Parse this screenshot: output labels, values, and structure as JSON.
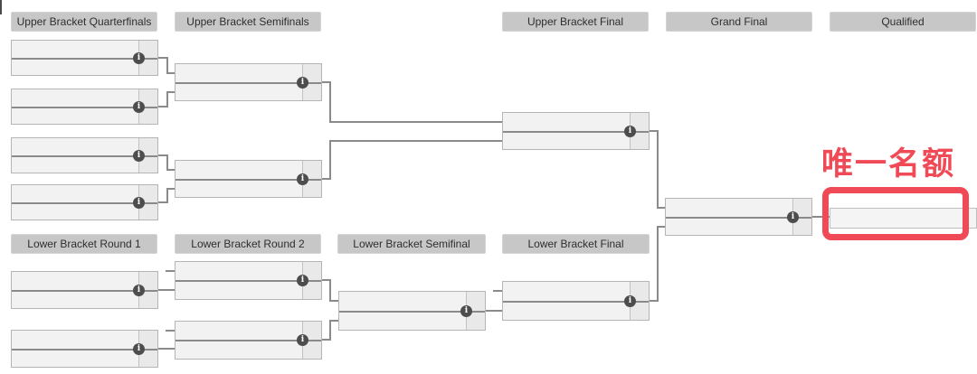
{
  "page": {
    "title": "Tournament Bracket",
    "background": "#ffffff"
  },
  "colors": {
    "header_bg": "#c7c7c7",
    "box_bg": "#f2f2f2",
    "score_col_bg": "#e9e9e9",
    "box_border": "#b5b5b5",
    "connector": "#8a8a8a",
    "info_icon_bg": "#4d4d4d",
    "annotation_red": "#ef4a56"
  },
  "icons": {
    "info": "i"
  },
  "headers": {
    "upper": [
      {
        "id": "ub-quarterfinals",
        "label": "Upper Bracket Quarterfinals"
      },
      {
        "id": "ub-semifinals",
        "label": "Upper Bracket Semifinals"
      },
      {
        "id": "ub-final",
        "label": "Upper Bracket Final"
      },
      {
        "id": "grand-final",
        "label": "Grand Final"
      },
      {
        "id": "qualified",
        "label": "Qualified"
      }
    ],
    "lower": [
      {
        "id": "lb-round1",
        "label": "Lower Bracket Round 1"
      },
      {
        "id": "lb-round2",
        "label": "Lower Bracket Round 2"
      },
      {
        "id": "lb-semifinal",
        "label": "Lower Bracket Semifinal"
      },
      {
        "id": "lb-final",
        "label": "Lower Bracket Final"
      }
    ]
  },
  "matches": [
    {
      "id": "ub-qf-1",
      "round": "Upper Bracket Quarterfinals",
      "top": "",
      "bottom": "",
      "top_score": "",
      "bottom_score": ""
    },
    {
      "id": "ub-qf-2",
      "round": "Upper Bracket Quarterfinals",
      "top": "",
      "bottom": "",
      "top_score": "",
      "bottom_score": ""
    },
    {
      "id": "ub-qf-3",
      "round": "Upper Bracket Quarterfinals",
      "top": "",
      "bottom": "",
      "top_score": "",
      "bottom_score": ""
    },
    {
      "id": "ub-qf-4",
      "round": "Upper Bracket Quarterfinals",
      "top": "",
      "bottom": "",
      "top_score": "",
      "bottom_score": ""
    },
    {
      "id": "ub-sf-1",
      "round": "Upper Bracket Semifinals",
      "top": "",
      "bottom": "",
      "top_score": "",
      "bottom_score": ""
    },
    {
      "id": "ub-sf-2",
      "round": "Upper Bracket Semifinals",
      "top": "",
      "bottom": "",
      "top_score": "",
      "bottom_score": ""
    },
    {
      "id": "ub-final",
      "round": "Upper Bracket Final",
      "top": "",
      "bottom": "",
      "top_score": "",
      "bottom_score": ""
    },
    {
      "id": "grand-final",
      "round": "Grand Final",
      "top": "",
      "bottom": "",
      "top_score": "",
      "bottom_score": ""
    },
    {
      "id": "lb-r1-1",
      "round": "Lower Bracket Round 1",
      "top": "",
      "bottom": "",
      "top_score": "",
      "bottom_score": ""
    },
    {
      "id": "lb-r1-2",
      "round": "Lower Bracket Round 1",
      "top": "",
      "bottom": "",
      "top_score": "",
      "bottom_score": ""
    },
    {
      "id": "lb-r2-1",
      "round": "Lower Bracket Round 2",
      "top": "",
      "bottom": "",
      "top_score": "",
      "bottom_score": ""
    },
    {
      "id": "lb-r2-2",
      "round": "Lower Bracket Round 2",
      "top": "",
      "bottom": "",
      "top_score": "",
      "bottom_score": ""
    },
    {
      "id": "lb-sf",
      "round": "Lower Bracket Semifinal",
      "top": "",
      "bottom": "",
      "top_score": "",
      "bottom_score": ""
    },
    {
      "id": "lb-final",
      "round": "Lower Bracket Final",
      "top": "",
      "bottom": "",
      "top_score": "",
      "bottom_score": ""
    }
  ],
  "qualified_slot": {
    "team": ""
  },
  "annotation": {
    "text": "唯一名额"
  }
}
